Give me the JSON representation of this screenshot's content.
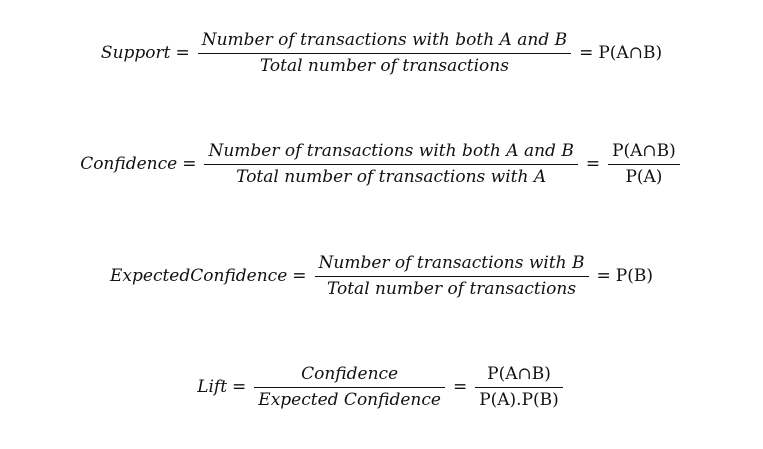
{
  "formulas": {
    "support": {
      "lhs": "Support",
      "eq1": "=",
      "numerator": "Number of transactions with both A and B",
      "denominator": "Total number of transactions",
      "eq2": "=",
      "rhs": "P(A∩B)"
    },
    "confidence": {
      "lhs": "Confidence",
      "eq1": "=",
      "numerator": "Number of transactions with both A and B",
      "denominator": "Total number of transactions with A",
      "eq2": "=",
      "rhs_numerator": "P(A∩B)",
      "rhs_denominator": "P(A)"
    },
    "expected_confidence": {
      "lhs": "ExpectedConfidence",
      "eq1": "=",
      "numerator": "Number of transactions with B",
      "denominator": "Total number of transactions",
      "eq2": "=",
      "rhs": "P(B)"
    },
    "lift": {
      "lhs": "Lift",
      "eq1": "=",
      "numerator": "Confidence",
      "denominator": "Expected Confidence",
      "eq2": "=",
      "rhs_numerator": "P(A∩B)",
      "rhs_denominator": "P(A).P(B)"
    }
  }
}
